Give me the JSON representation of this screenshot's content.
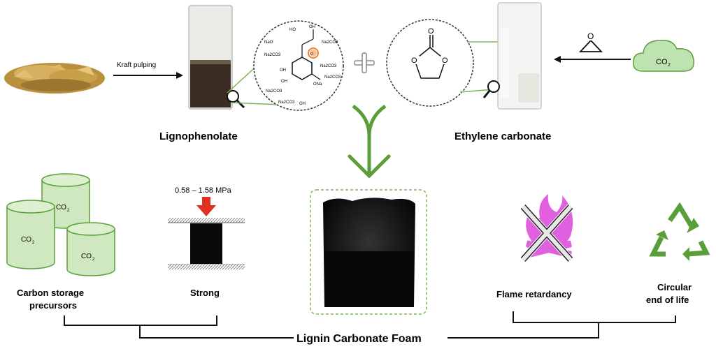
{
  "process": {
    "step_label": "Kraft pulping",
    "plus_sign": "+"
  },
  "lignophenolate": {
    "title": "Lignophenolate",
    "structure_labels": [
      "HO",
      "NaO",
      "Na2CO3",
      "Na2CO3",
      "Na2CO3",
      "ONa",
      "Na2CO3",
      "O",
      "OH",
      "Na2CO3",
      "Na2CO3",
      "OH",
      "OH",
      "OH"
    ]
  },
  "ethylene_carbonate": {
    "title": "Ethylene carbonate",
    "ring_atoms": [
      "O",
      "O",
      "O"
    ]
  },
  "co2_source": {
    "label": "CO",
    "subscript": "2"
  },
  "properties": {
    "carbon_storage": {
      "title_line1": "Carbon storage",
      "title_line2": "precursors",
      "cylinder_label": "CO",
      "cylinder_sub": "2"
    },
    "strong": {
      "title": "Strong",
      "pressure_range": "0.58 – 1.58 MPa"
    },
    "flame": {
      "title": "Flame retardancy"
    },
    "circular": {
      "title_line1": "Circular",
      "title_line2": "end of life"
    }
  },
  "product": {
    "title": "Lignin Carbonate Foam"
  },
  "colors": {
    "green": "#5a9e3a",
    "light_green": "#cfe8bf",
    "cloud_green": "#bfe3b0",
    "magenta": "#e060e0",
    "red": "#e03020",
    "orange": "#f0a060"
  }
}
